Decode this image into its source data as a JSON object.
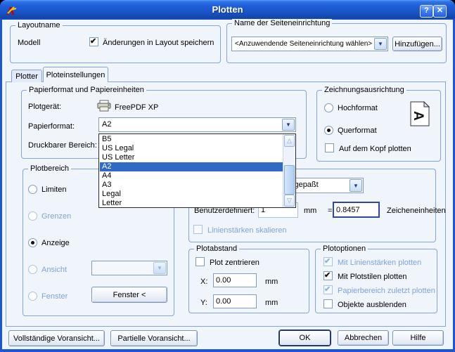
{
  "window": {
    "title": "Plotten",
    "help_glyph": "?",
    "close_glyph": "✕"
  },
  "icons": {
    "check": "✔",
    "dropdown_arrow": "▼",
    "scroll_up": "△",
    "scroll_down": "▽"
  },
  "colors": {
    "titlebar": "#1f5ed8",
    "body": "#f0f4fb",
    "group_border": "#82a5d6",
    "disabled_text": "#7da4d6",
    "selection": "#316ac5",
    "accent_red": "#cc0000"
  },
  "layout_group": {
    "title": "Layoutname",
    "model_label": "Modell",
    "save_label": "Änderungen in Layout speichern",
    "save_checked": true
  },
  "page_setup_group": {
    "title": "Name der Seiteneinrichtung",
    "combo_value": "<Anzuwendende Seiteneinrichtung wählen>",
    "add_button": "Hinzufügen..."
  },
  "tabs": [
    {
      "label": "Plotter",
      "active": false
    },
    {
      "label": "Ploteinstellungen",
      "active": true
    }
  ],
  "paper_group": {
    "title": "Papierformat und Papiereinheiten",
    "device_label": "Plotgerät:",
    "device_value": "FreePDF XP",
    "paper_label": "Papierformat:",
    "paper_value": "A2",
    "printable_label": "Druckbarer Bereich:"
  },
  "paper_dropdown": {
    "items": [
      "B5",
      "US Legal",
      "US Letter",
      "A2",
      "A4",
      "A3",
      "Legal",
      "Letter"
    ],
    "selected": "A2",
    "selected_index": 3
  },
  "orientation_group": {
    "title": "Zeichnungsausrichtung",
    "portrait_label": "Hochformat",
    "landscape_label": "Querformat",
    "upside_down_label": "Auf dem Kopf plotten",
    "selected": "Querformat",
    "upside_down_checked": false
  },
  "plot_area_group": {
    "title": "Plotbereich",
    "limits_label": "Limiten",
    "extents_label": "Grenzen",
    "display_label": "Anzeige",
    "view_label": "Ansicht",
    "window_label": "Fenster",
    "selected": "Anzeige",
    "disabled_options": [
      "Grenzen",
      "Ansicht",
      "Fenster"
    ],
    "window_button": "Fenster <"
  },
  "scale_group": {
    "scale_value": "Angepaßt",
    "custom_label": "Benutzerdefiniert:",
    "custom_value": "1",
    "mm_label": "mm",
    "equals": "=",
    "units_value": "0.8457",
    "units_label": "Zeicheneinheiten",
    "lineweights_label": "Linienstärken skalieren",
    "lineweights_checked": false,
    "lineweights_disabled": true
  },
  "offset_group": {
    "title": "Plotabstand",
    "center_label": "Plot zentrieren",
    "center_checked": false,
    "x_label": "X:",
    "x_value": "0.00",
    "x_unit": "mm",
    "y_label": "Y:",
    "y_value": "0.00",
    "y_unit": "mm"
  },
  "options_group": {
    "title": "Plotoptionen",
    "items": [
      {
        "label": "Mit Linienstärken plotten",
        "checked": true,
        "disabled": true
      },
      {
        "label": "Mit Plotstilen plotten",
        "checked": true,
        "disabled": false
      },
      {
        "label": "Papierbereich zuletzt plotten",
        "checked": true,
        "disabled": true
      },
      {
        "label": "Objekte ausblenden",
        "checked": false,
        "disabled": false
      }
    ]
  },
  "footer": {
    "full_preview": "Vollständige Voransicht...",
    "partial_preview": "Partielle Voransicht...",
    "ok": "OK",
    "cancel": "Abbrechen",
    "help": "Hilfe"
  }
}
